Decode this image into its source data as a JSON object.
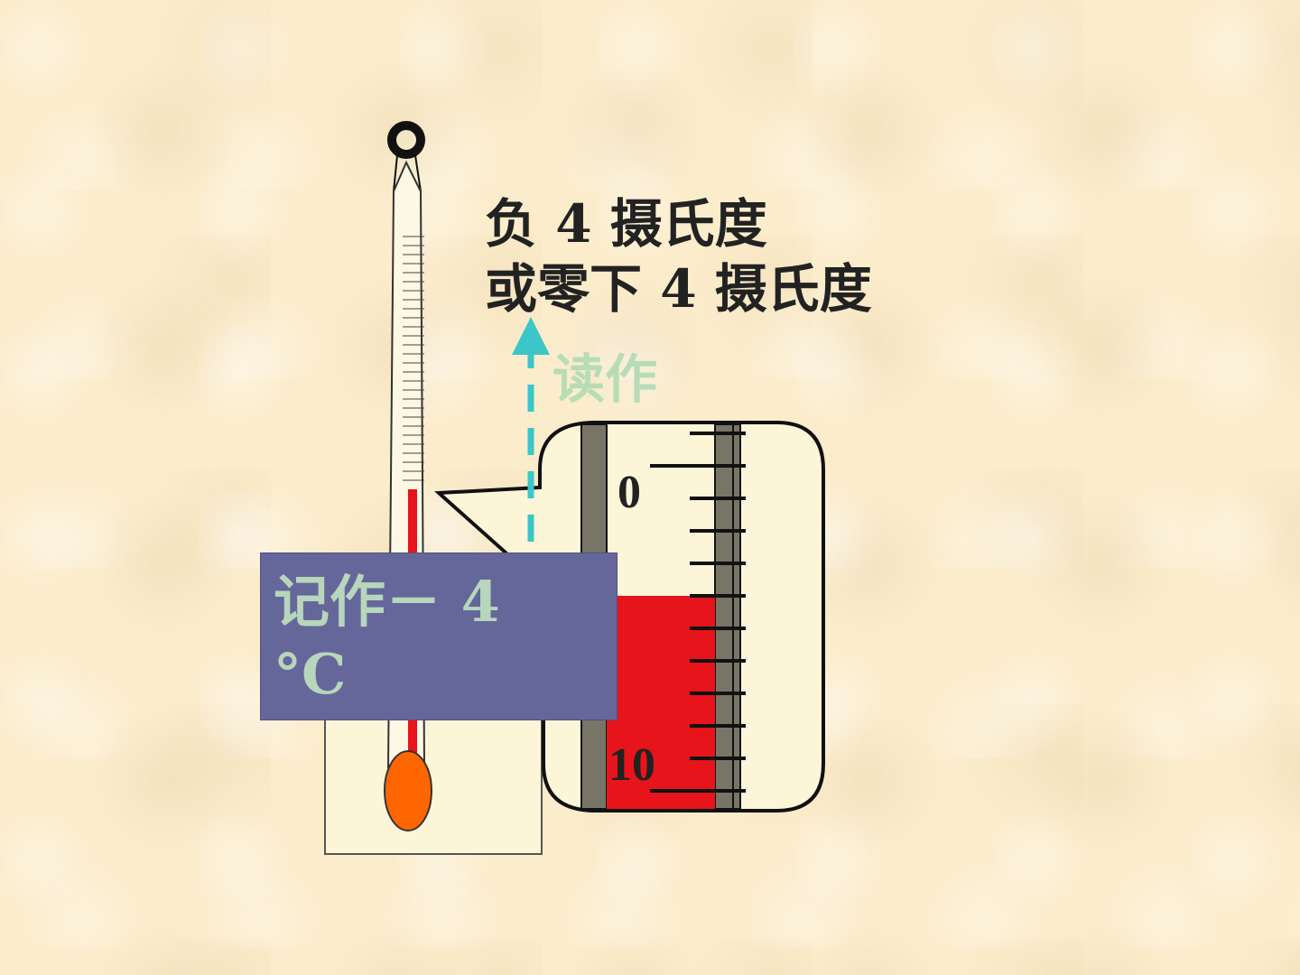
{
  "reading": {
    "line1": "负 4 摄氏度",
    "line2": "或零下 4 摄氏度"
  },
  "read_as_label": "读作",
  "record": {
    "text": "记作－ 4 °C"
  },
  "magnifier": {
    "label_top": "0",
    "label_bottom": "10"
  },
  "colors": {
    "background": "#fbeccb",
    "mercury": "#e8141b",
    "bulb": "#ff6600",
    "record_box": "#65679b",
    "record_text": "#b7d6bb",
    "read_as_text": "#b7dcb6",
    "arrow": "#3cc6c8"
  }
}
